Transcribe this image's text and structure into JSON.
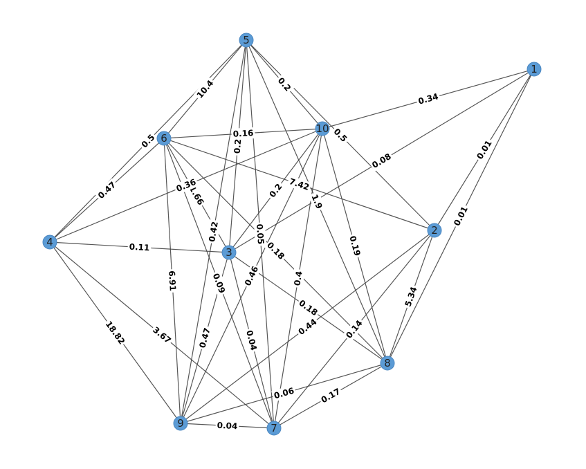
{
  "graph": {
    "nodes": [
      {
        "id": "1",
        "label": "1"
      },
      {
        "id": "2",
        "label": "2"
      },
      {
        "id": "3",
        "label": "3"
      },
      {
        "id": "4",
        "label": "4"
      },
      {
        "id": "5",
        "label": "5"
      },
      {
        "id": "6",
        "label": "6"
      },
      {
        "id": "7",
        "label": "7"
      },
      {
        "id": "8",
        "label": "8"
      },
      {
        "id": "9",
        "label": "9"
      },
      {
        "id": "10",
        "label": "10"
      }
    ],
    "edges": [
      {
        "source": "1",
        "target": "10",
        "weight": "0.34"
      },
      {
        "source": "1",
        "target": "2",
        "weight": "0.01"
      },
      {
        "source": "1",
        "target": "8",
        "weight": "0.01"
      },
      {
        "source": "1",
        "target": "3",
        "weight": "0.08"
      },
      {
        "source": "5",
        "target": "6",
        "weight": "10.4"
      },
      {
        "source": "5",
        "target": "4",
        "weight": "0.5"
      },
      {
        "source": "5",
        "target": "10",
        "weight": "0.2"
      },
      {
        "source": "5",
        "target": "2",
        "weight": "0.5"
      },
      {
        "source": "5",
        "target": "3",
        "weight": "0.2"
      },
      {
        "source": "5",
        "target": "9",
        "weight": "0.42"
      },
      {
        "source": "5",
        "target": "7",
        "weight": "0.05"
      },
      {
        "source": "5",
        "target": "8",
        "weight": "1.9"
      },
      {
        "source": "6",
        "target": "10",
        "weight": "0.16"
      },
      {
        "source": "6",
        "target": "4",
        "weight": "0.47"
      },
      {
        "source": "6",
        "target": "2",
        "weight": "7.42"
      },
      {
        "source": "6",
        "target": "3",
        "weight": "1.66"
      },
      {
        "source": "6",
        "target": "9",
        "weight": "6.91"
      },
      {
        "source": "6",
        "target": "7",
        "weight": "0.09"
      },
      {
        "source": "6",
        "target": "8",
        "weight": "0.18"
      },
      {
        "source": "10",
        "target": "4",
        "weight": "0.36"
      },
      {
        "source": "10",
        "target": "3",
        "weight": "0.2"
      },
      {
        "source": "10",
        "target": "8",
        "weight": "0.19"
      },
      {
        "source": "10",
        "target": "9",
        "weight": "0.46"
      },
      {
        "source": "10",
        "target": "7",
        "weight": "0.4"
      },
      {
        "source": "4",
        "target": "3",
        "weight": "0.11"
      },
      {
        "source": "4",
        "target": "9",
        "weight": "18.82"
      },
      {
        "source": "4",
        "target": "7",
        "weight": "3.67"
      },
      {
        "source": "3",
        "target": "8",
        "weight": "0.18"
      },
      {
        "source": "3",
        "target": "9",
        "weight": "0.47"
      },
      {
        "source": "3",
        "target": "7",
        "weight": "0.04"
      },
      {
        "source": "2",
        "target": "8",
        "weight": "5.34"
      },
      {
        "source": "2",
        "target": "9",
        "weight": "0.44"
      },
      {
        "source": "2",
        "target": "7",
        "weight": "0.14"
      },
      {
        "source": "9",
        "target": "8",
        "weight": "0.06"
      },
      {
        "source": "9",
        "target": "7",
        "weight": "0.04"
      },
      {
        "source": "8",
        "target": "7",
        "weight": "0.17"
      }
    ]
  },
  "colors": {
    "node_fill": "#5b9bd5",
    "edge": "#444444",
    "background": "#ffffff"
  }
}
